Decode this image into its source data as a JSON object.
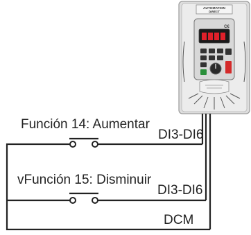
{
  "drive": {
    "brand_line1": "AUTOMATION",
    "brand_line2": "DIRECT"
  },
  "circuit": {
    "label_function_14": "Función 14: Aumentar",
    "label_di_top": "DI3-DI6",
    "label_function_15": "vFunción 15: Disminuir",
    "label_di_bottom": "DI3-DI6",
    "label_common": "DCM"
  },
  "colors": {
    "wire": "#222222",
    "drive_body": "#e4e4e4",
    "display_red": "#e0202a",
    "button_green": "#2a8f3a",
    "button_red": "#d42a2a"
  }
}
